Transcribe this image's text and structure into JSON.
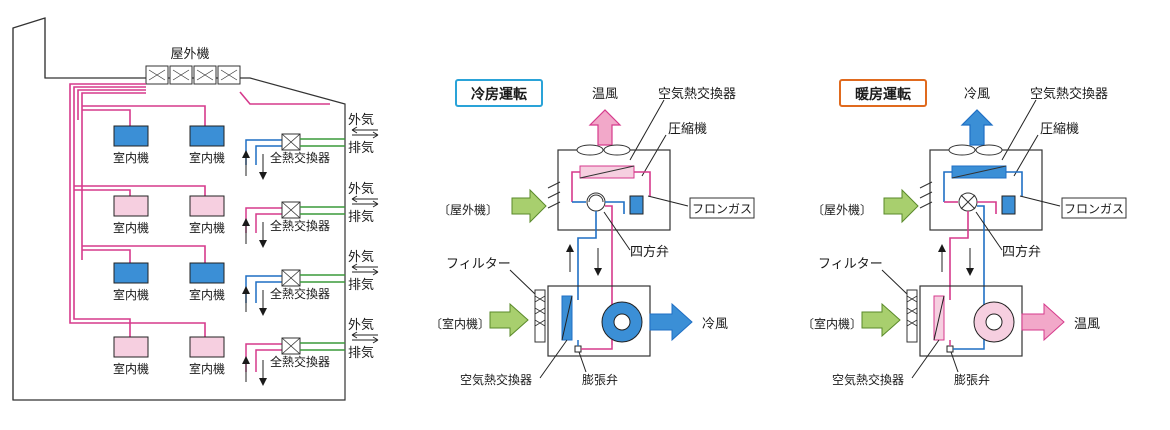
{
  "colors": {
    "pink": "#d63a8c",
    "blue": "#1f6fc4",
    "green": "#3a9a3a",
    "unit_blue": "#3b8fd6",
    "unit_pink": "#f6cfe0",
    "arrow_green": "#a8cf6e",
    "arrow_blue": "#3b8fd6",
    "arrow_pink": "#f2a8c9",
    "label_cool_border": "#2aa3d8",
    "label_heat_border": "#e06a1e"
  },
  "building": {
    "outdoor_unit": "屋外機",
    "indoor_unit": "室内機",
    "hrv": "全熱交換器",
    "outside_air": "外気",
    "exhaust_air": "排気"
  },
  "cooling": {
    "mode": "冷房運転",
    "top_air": "温風",
    "air_hx": "空気熱交換器",
    "compressor": "圧縮機",
    "outdoor": "〔屋外機〕",
    "freon": "フロンガス",
    "four_way": "四方弁",
    "filter": "フィルター",
    "indoor": "〔室内機〕",
    "out_air": "冷風",
    "indoor_hx": "空気熱交換器",
    "expansion": "膨張弁"
  },
  "heating": {
    "mode": "暖房運転",
    "top_air": "冷風",
    "air_hx": "空気熱交換器",
    "compressor": "圧縮機",
    "outdoor": "〔屋外機〕",
    "freon": "フロンガス",
    "four_way": "四方弁",
    "filter": "フィルター",
    "indoor": "〔室内機〕",
    "out_air": "温風",
    "indoor_hx": "空気熱交換器",
    "expansion": "膨張弁"
  }
}
